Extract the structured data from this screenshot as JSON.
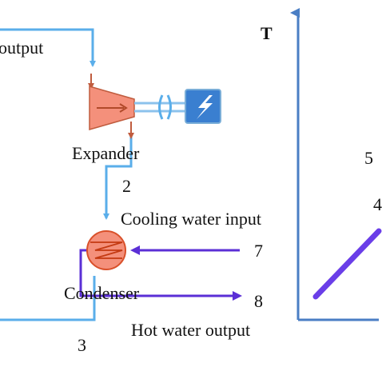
{
  "labels": {
    "output_partial": "output",
    "expander": "Expander",
    "point_2": "2",
    "cooling_water_input": "Cooling water input",
    "point_7": "7",
    "condenser": "Condenser",
    "point_8": "8",
    "hot_water_output": "Hot water output",
    "point_3": "3",
    "axis_t": "T",
    "point_5": "5",
    "point_4_partial": "4"
  },
  "colors": {
    "working_fluid_line": "#5aaeea",
    "water_line": "#5b2fd6",
    "expander_fill": "#f4907b",
    "expander_stroke": "#c05c3e",
    "condenser_fill": "#f4907b",
    "condenser_stroke": "#d9502a",
    "generator_fill": "#3a7fd0",
    "generator_stroke": "#7aaed8",
    "shaft": "#8cc2ec",
    "axis": "#4a7ec4",
    "ts_line": "#6a3ee8"
  },
  "icons": {
    "expander": "expander-turbine-icon",
    "generator": "generator-lightning-icon",
    "condenser": "condenser-heat-exchanger-icon"
  }
}
